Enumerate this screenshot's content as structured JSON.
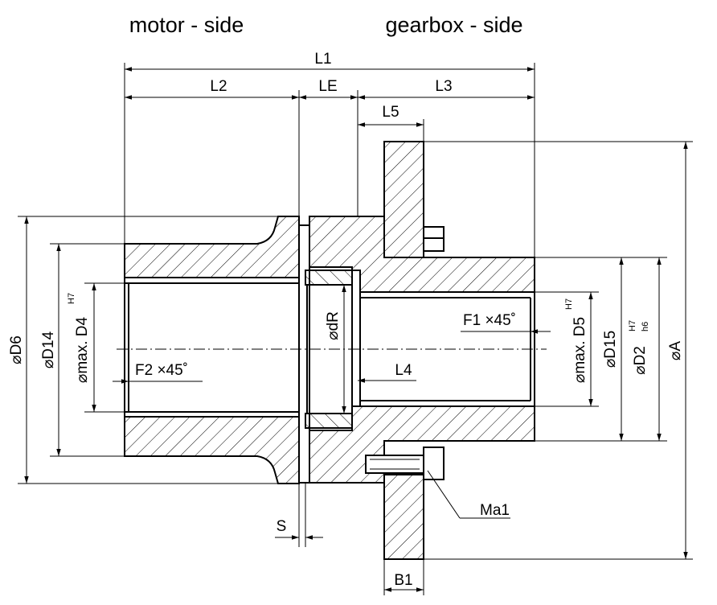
{
  "headings": {
    "motor_side": "motor - side",
    "gearbox_side": "gearbox - side"
  },
  "dims": {
    "L1": "L1",
    "L2": "L2",
    "LE": "LE",
    "L3": "L3",
    "L5": "L5",
    "L4": "L4",
    "S": "S",
    "B1": "B1",
    "Ma1": "Ma1",
    "F1": "F1 ×45˚",
    "F2": "F2 ×45˚"
  },
  "diameters": {
    "D6": "⌀D6",
    "D14": "⌀D14",
    "D4": "⌀max. D4",
    "D4_tol": "H7",
    "dR": "⌀dR",
    "D5": "⌀max. D5",
    "D5_tol": "H7",
    "D15": "⌀D15",
    "D2": "⌀D2",
    "D2_tol_top": "H7",
    "D2_tol_bottom": "h6",
    "A": "⌀A"
  }
}
